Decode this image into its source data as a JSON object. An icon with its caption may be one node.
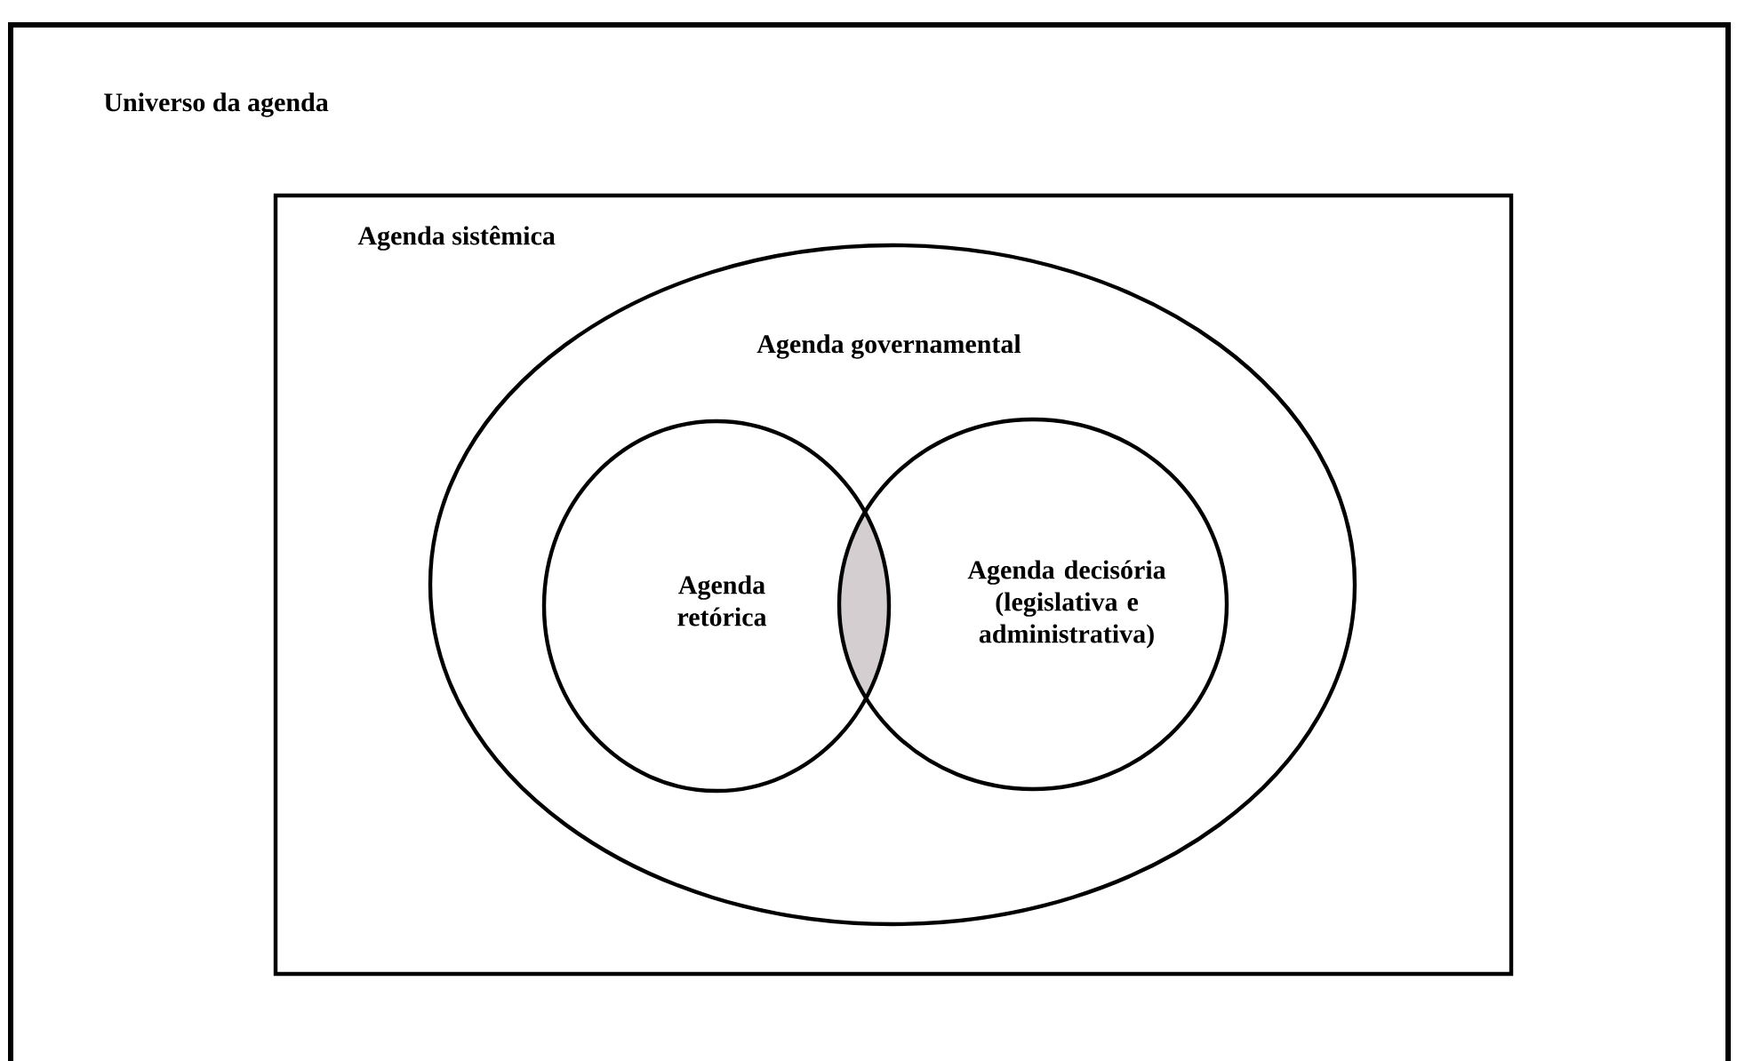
{
  "diagram": {
    "nodes": [
      {
        "text": [
          "Universo da agenda"
        ]
      },
      {
        "text": [
          "Agenda sistêmica"
        ],
        "in": 0
      },
      {
        "text": [
          "Agenda governamental"
        ],
        "in": 1
      },
      {
        "text": [
          "Agenda retórica"
        ],
        "in": 2
      },
      {
        "text": [
          "Agenda decisória (legislativa e administrativa)"
        ],
        "in": 2
      }
    ]
  }
}
